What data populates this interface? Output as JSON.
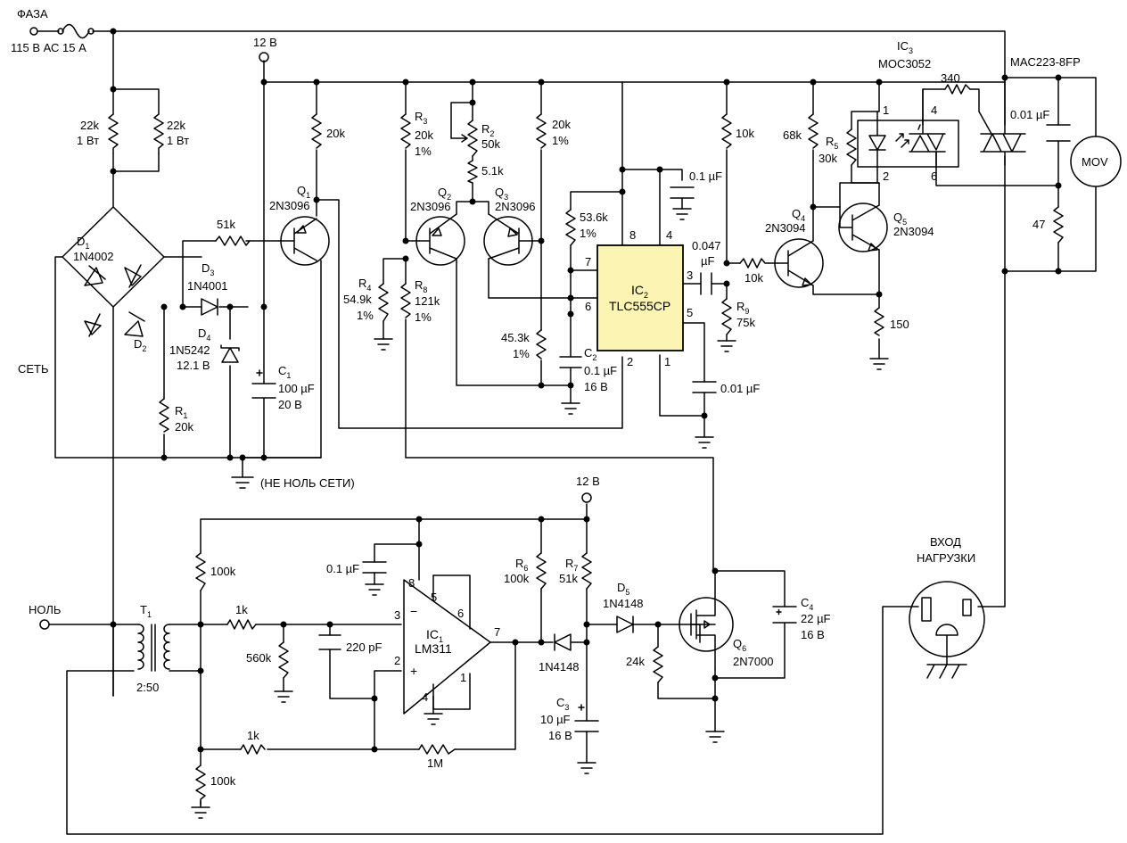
{
  "power": {
    "phase_label": "ФАЗА",
    "fuse_rating": "115 В АС  15 А",
    "neutral_label": "НОЛЬ",
    "mains_label": "СЕТЬ",
    "supply_top": "12 В",
    "supply_bottom": "12 В",
    "gnd_note": "(НЕ НОЛЬ СЕТИ)",
    "load_input_line1": "ВХОД",
    "load_input_line2": "НАГРУЗКИ"
  },
  "resistors": {
    "r22k_a_value": "22k",
    "r22k_a_power": "1 Вт",
    "r22k_b_value": "22k",
    "r22k_b_power": "1 Вт",
    "r51k": "51k",
    "r20k_q1": "20k",
    "r1_ref": "R",
    "r1_sub": "1",
    "r1_value": "20k",
    "r3_ref": "R",
    "r3_sub": "3",
    "r3_value": "20k",
    "r3_tol": "1%",
    "r2_ref": "R",
    "r2_sub": "2",
    "r2_value": "50k",
    "r5k1": "5.1k",
    "r20k_q3_value": "20k",
    "r20k_q3_tol": "1%",
    "r4_ref": "R",
    "r4_sub": "4",
    "r4_value": "54.9k",
    "r4_tol": "1%",
    "r8_ref": "R",
    "r8_sub": "8",
    "r8_value": "121k",
    "r8_tol": "1%",
    "r53k6_value": "53.6k",
    "r53k6_tol": "1%",
    "r45k3_value": "45.3k",
    "r45k3_tol": "1%",
    "r10k_top": "10k",
    "r10k_base": "10k",
    "r9_ref": "R",
    "r9_sub": "9",
    "r9_value": "75k",
    "r68k": "68k",
    "r5_ref": "R",
    "r5_sub": "5",
    "r5_value": "30k",
    "r150": "150",
    "r340": "340",
    "r47": "47",
    "r100k_top": "100k",
    "r100k_bot": "100k",
    "r1k_in": "1k",
    "r560k": "560k",
    "r1k_fb": "1k",
    "r1m": "1M",
    "r6_ref": "R",
    "r6_sub": "6",
    "r6_value": "100k",
    "r7_ref": "R",
    "r7_sub": "7",
    "r7_value": "51k",
    "r24k": "24k"
  },
  "capacitors": {
    "c1_ref": "C",
    "c1_sub": "1",
    "c1_value": "100 µF",
    "c1_volt": "20 В",
    "c2_ref": "C",
    "c2_sub": "2",
    "c2_value": "0.1 µF",
    "c2_volt": "16 В",
    "c_dec_555": "0.1 µF",
    "c_047_a": "0.047",
    "c_047_b": "µF",
    "c_ctrl": "0.01 µF",
    "c_snub": "0.01 µF",
    "c_dec_311": "0.1 µF",
    "c_220p": "220 pF",
    "c3_ref": "C",
    "c3_sub": "3",
    "c3_value": "10 µF",
    "c3_volt": "16 В",
    "c4_ref": "C",
    "c4_sub": "4",
    "c4_value": "22 µF",
    "c4_volt": "16 В"
  },
  "semis": {
    "d1_ref": "D",
    "d1_sub": "1",
    "d1_part": "1N4002",
    "d2_ref": "D",
    "d2_sub": "2",
    "d3_ref": "D",
    "d3_sub": "3",
    "d3_part": "1N4001",
    "d4_ref": "D",
    "d4_sub": "4",
    "d4_part": "1N5242",
    "d4_volt": "12.1 В",
    "q1_ref": "Q",
    "q1_sub": "1",
    "q1_part": "2N3096",
    "q2_ref": "Q",
    "q2_sub": "2",
    "q2_part": "2N3096",
    "q3_ref": "Q",
    "q3_sub": "3",
    "q3_part": "2N3096",
    "q4_ref": "Q",
    "q4_sub": "4",
    "q4_part": "2N3094",
    "q5_ref": "Q",
    "q5_sub": "5",
    "q5_part": "2N3094",
    "ic3_ref": "IC",
    "ic3_sub": "3",
    "ic3_part": "MOC3052",
    "triac": "MAC223-8FP",
    "mov": "MOV",
    "ic2_ref": "IC",
    "ic2_sub": "2",
    "ic2_part": "TLC555CP",
    "ic1_ref": "IC",
    "ic1_sub": "1",
    "ic1_part": "LM311",
    "t1_ref": "T",
    "t1_sub": "1",
    "t1_ratio": "2:50",
    "d5_ref": "D",
    "d5_sub": "5",
    "d5_part": "1N4148",
    "d_1n4148": "1N4148",
    "q6_ref": "Q",
    "q6_sub": "6",
    "q6_part": "2N7000"
  },
  "pins": {
    "ic2_p8": "8",
    "ic2_p4": "4",
    "ic2_p7": "7",
    "ic2_p6": "6",
    "ic2_p3": "3",
    "ic2_p5": "5",
    "ic2_p2": "2",
    "ic2_p1": "1",
    "ic3_p1": "1",
    "ic3_p2": "2",
    "ic3_p4": "4",
    "ic3_p6": "6",
    "ic1_p8": "8",
    "ic1_p5": "5",
    "ic1_p6": "6",
    "ic1_p3": "3",
    "ic1_p2": "2",
    "ic1_p4": "4",
    "ic1_p1": "1",
    "ic1_p7": "7",
    "ic1_minus": "−",
    "ic1_plus": "+"
  }
}
